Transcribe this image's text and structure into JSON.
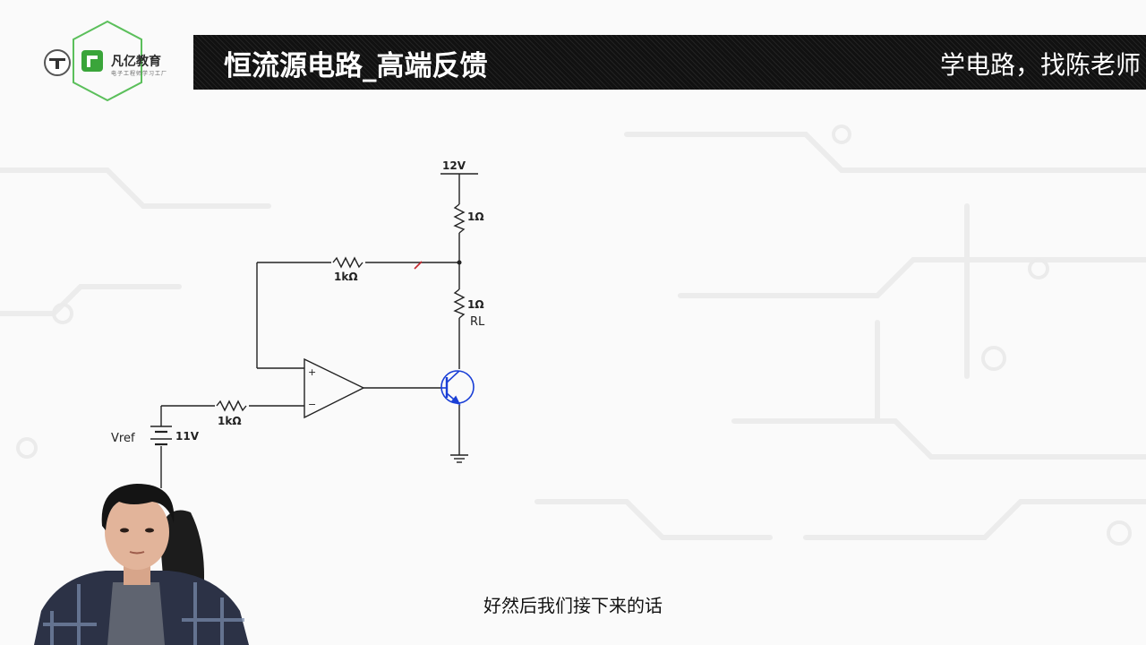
{
  "brand": {
    "name": "凡亿教育",
    "tagline": "电子工程师学习工厂"
  },
  "header": {
    "title": "恒流源电路_高端反馈",
    "slogan": "学电路，找陈老师"
  },
  "circuit": {
    "supply_label": "12V",
    "r_top_label": "1Ω",
    "r_feedback_label": "1kΩ",
    "r_load_value": "1Ω",
    "r_load_name": "RL",
    "opamp_plus": "+",
    "opamp_minus": "−",
    "r_input_label": "1kΩ",
    "vref_name": "Vref",
    "vref_value": "11V"
  },
  "subtitle": "好然后我们接下来的话",
  "colors": {
    "title_bar": "#111111",
    "logo_green": "#3aa53a",
    "transistor_blue": "#1a3fd6",
    "wire": "#222222"
  }
}
